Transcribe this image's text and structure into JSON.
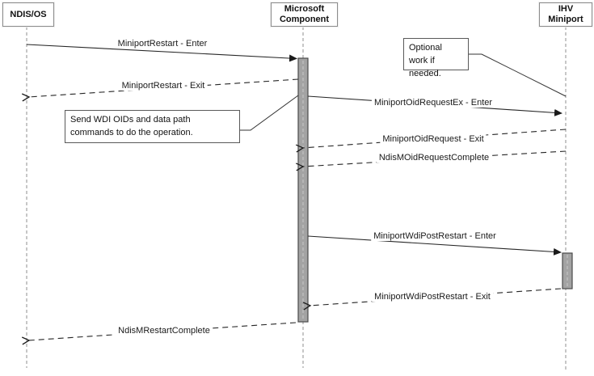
{
  "diagram": {
    "kind": "sequence-diagram",
    "actors": [
      {
        "id": "ndis",
        "label": "NDIS/OS"
      },
      {
        "id": "ms",
        "label": "Microsoft Component"
      },
      {
        "id": "ihv",
        "label": "IHV Miniport"
      }
    ],
    "messages": [
      {
        "label": "MiniportRestart - Enter",
        "from": "ndis",
        "to": "ms",
        "type": "call"
      },
      {
        "label": "MiniportRestart - Exit",
        "from": "ms",
        "to": "ndis",
        "type": "return"
      },
      {
        "label": "MiniportOidRequestEx - Enter",
        "from": "ms",
        "to": "ihv",
        "type": "call"
      },
      {
        "label": "MiniportOidRequest - Exit",
        "from": "ihv",
        "to": "ms",
        "type": "return"
      },
      {
        "label": "NdisMOidRequestComplete",
        "from": "ihv",
        "to": "ms",
        "type": "return"
      },
      {
        "label": "MiniportWdiPostRestart - Enter",
        "from": "ms",
        "to": "ihv",
        "type": "call"
      },
      {
        "label": "MiniportWdiPostRestart - Exit",
        "from": "ihv",
        "to": "ms",
        "type": "return"
      },
      {
        "label": "NdisMRestartComplete",
        "from": "ms",
        "to": "ndis",
        "type": "return"
      }
    ],
    "notes": [
      {
        "text": "Optional work if needed.",
        "attached_to": "ihv"
      },
      {
        "text": "Send WDI OIDs and data path commands to do the operation.",
        "attached_to": "ms"
      }
    ],
    "colors": {
      "activation_fill": "#a3a3a3",
      "activation_border": "#4a4a4a",
      "lifeline": "#8f8f8f",
      "message_line": "#262626",
      "actor_box_border": "#8c8c8c",
      "note_border": "#595959",
      "background": "#ffffff"
    }
  }
}
